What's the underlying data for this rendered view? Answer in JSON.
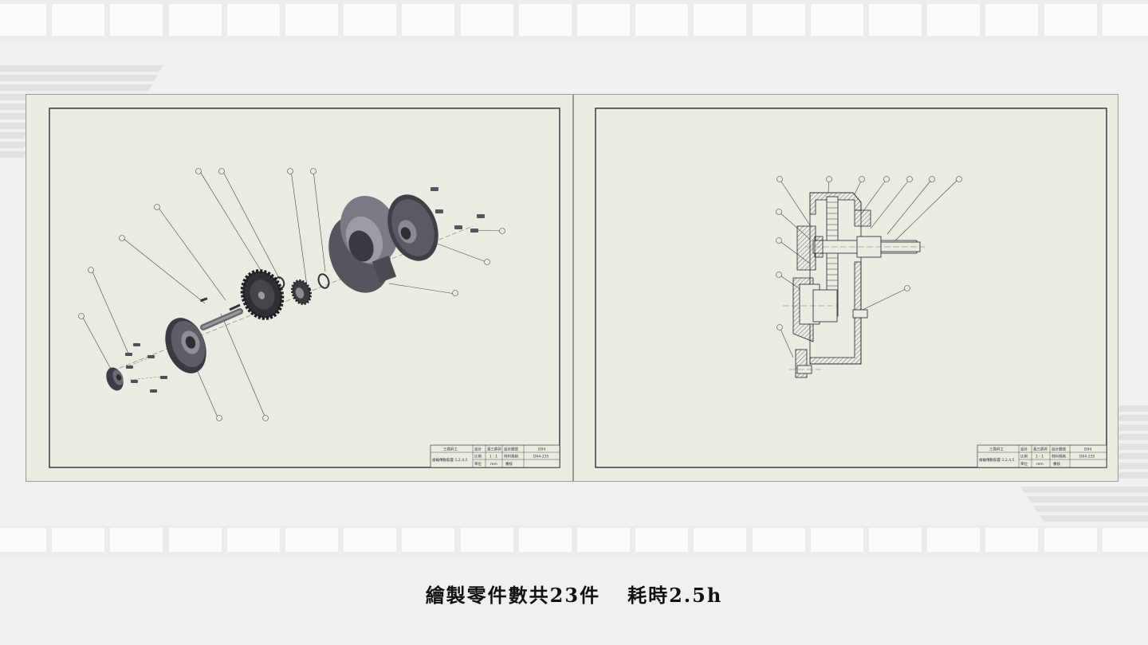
{
  "caption": {
    "parts_count_text": "繪製零件數共23件",
    "time_text": "耗時2.5h"
  },
  "drawings": [
    {
      "view": "exploded",
      "title_block": {
        "company": "三鼎昇工",
        "drawing_name": "齒輪傳動裝置-1,2,4,5",
        "cells": [
          "設計",
          "黃三鼎昇",
          "設計圖號",
          "D04",
          "比例",
          "1 : 1",
          "材料規格",
          "D04-235",
          "單位",
          "mm",
          "審核"
        ]
      }
    },
    {
      "view": "section",
      "title_block": {
        "company": "三鼎昇工",
        "drawing_name": "齒輪傳動裝置-1,2,4,5",
        "cells": [
          "設計",
          "黃三鼎昇",
          "設計圖號",
          "D04",
          "比例",
          "1 : 1",
          "材料規格",
          "D04-235",
          "單位",
          "mm",
          "審核"
        ]
      }
    }
  ]
}
